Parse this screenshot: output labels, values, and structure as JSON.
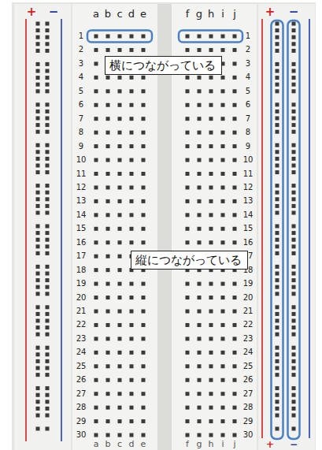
{
  "diagram": {
    "nodes": [
      {
        "text": [
          "横につながっている"
        ]
      },
      {
        "text": [
          "縦につながっている"
        ]
      }
    ],
    "labels": [
      "+",
      "−",
      "+",
      "−",
      "a",
      "b",
      "c",
      "d",
      "e",
      "f",
      "g",
      "h",
      "i",
      "j",
      "1",
      "2",
      "3",
      "4",
      "5",
      "6",
      "7",
      "8",
      "9",
      "10",
      "11",
      "12",
      "13",
      "14",
      "15",
      "16",
      "17",
      "18",
      "19",
      "20",
      "21",
      "22",
      "23",
      "24",
      "25",
      "26",
      "27",
      "28",
      "29",
      "30",
      "1",
      "2",
      "3",
      "4",
      "5",
      "6",
      "7",
      "8",
      "9",
      "10",
      "11",
      "12",
      "13",
      "14",
      "15",
      "16",
      "17",
      "18",
      "19",
      "20",
      "21",
      "22",
      "23",
      "24",
      "25",
      "26",
      "27",
      "28",
      "29",
      "30",
      "a",
      "b",
      "c",
      "d",
      "e",
      "f",
      "g",
      "h",
      "i",
      "j",
      "+",
      "−"
    ]
  }
}
